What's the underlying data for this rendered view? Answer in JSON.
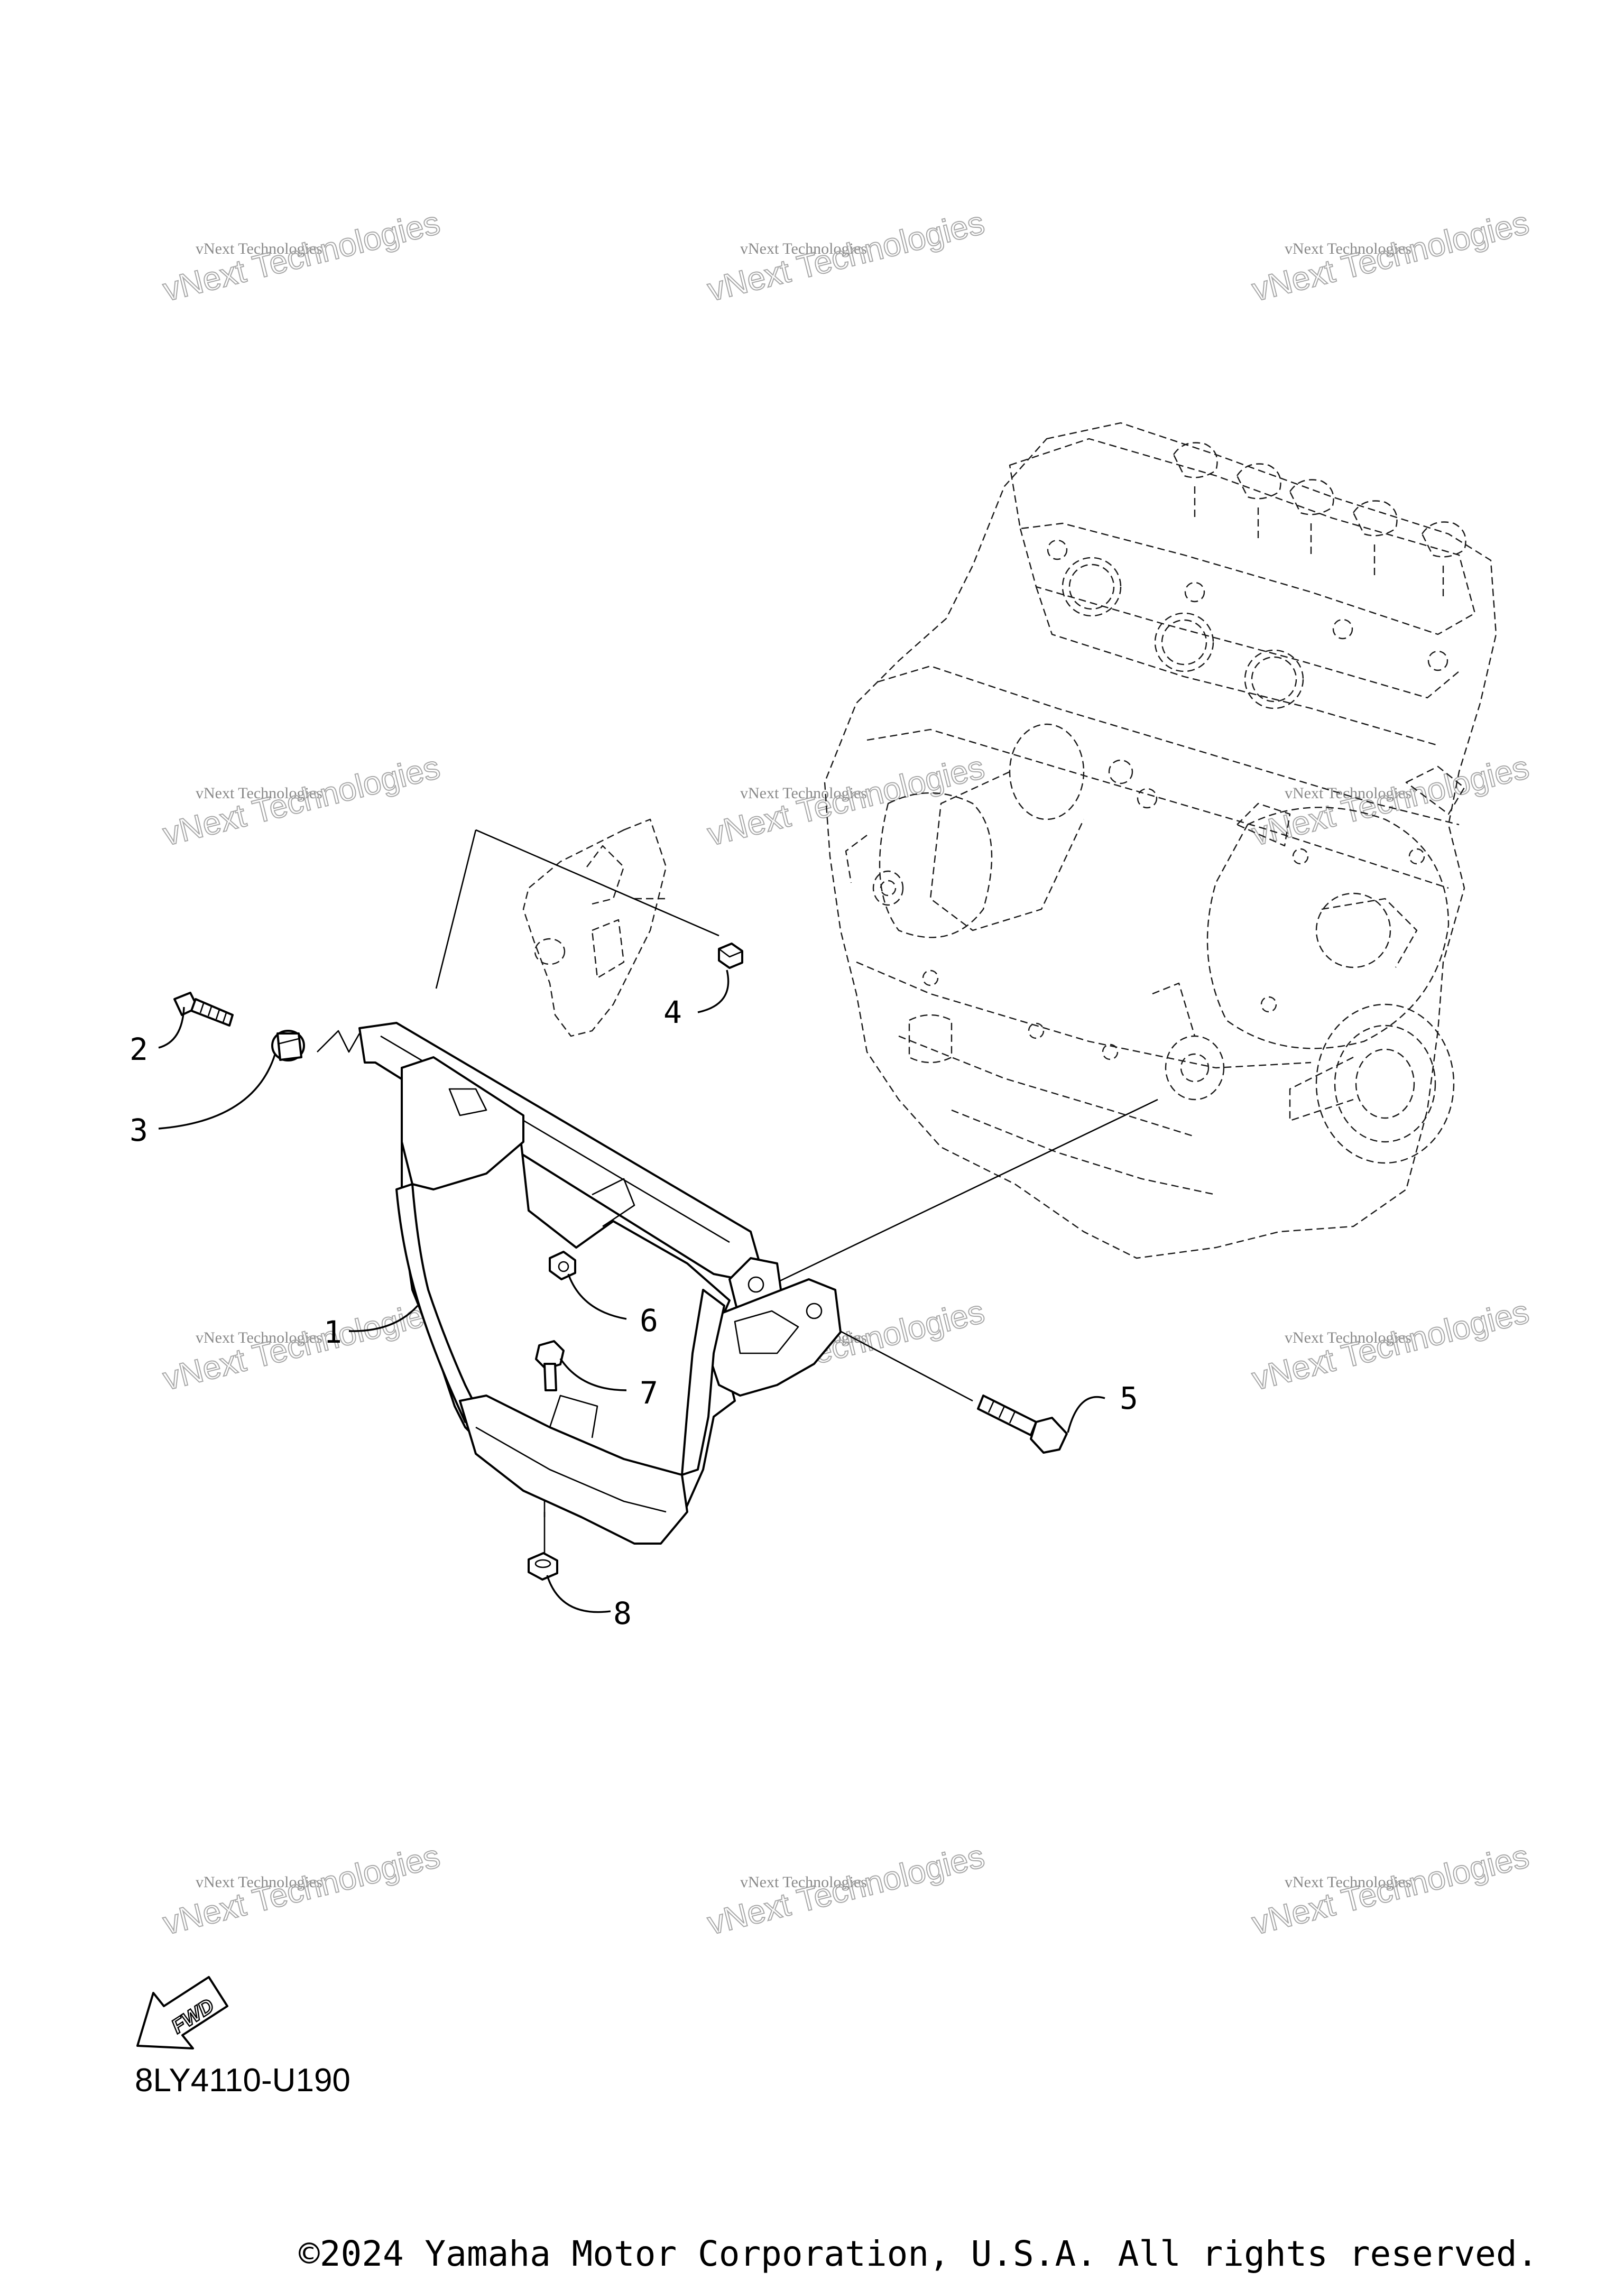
{
  "callouts": [
    "1",
    "2",
    "3",
    "4",
    "5",
    "6",
    "7",
    "8"
  ],
  "watermark": {
    "line1": "vNext Technologies",
    "line2a": "vNext",
    "line2b": "Technologies"
  },
  "fwd_label": "FWD",
  "drawing_code": "8LY4110-U190",
  "copyright": "©2024 Yamaha Motor Corporation, U.S.A. All rights reserved.",
  "icons": {
    "fwd": "fwd-arrow-icon"
  }
}
